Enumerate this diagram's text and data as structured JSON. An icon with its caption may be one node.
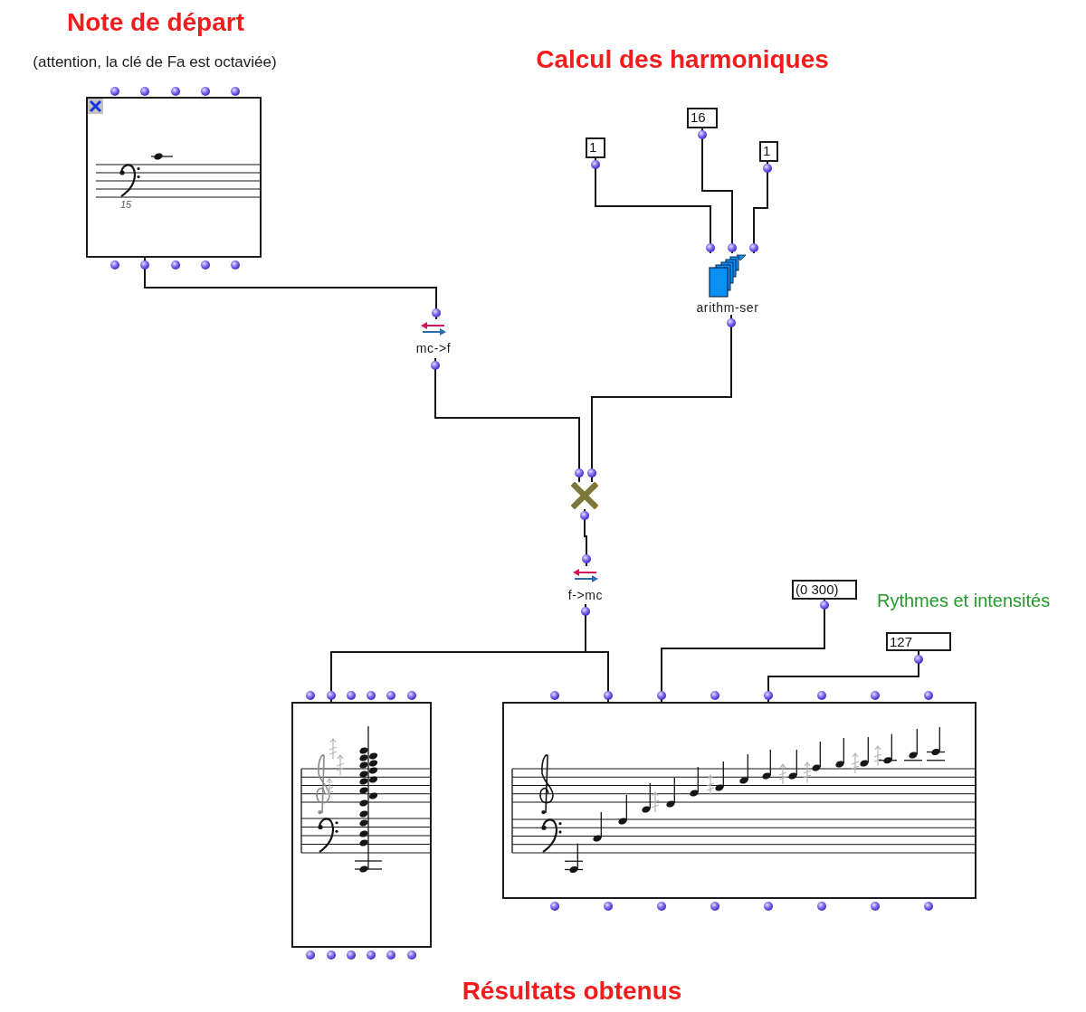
{
  "diagram": {
    "nodes": [
      {
        "text": [],
        "shape": "picture"
      },
      {
        "text": [
          "1"
        ]
      },
      {
        "text": [
          "16"
        ]
      },
      {
        "text": [
          "1"
        ]
      },
      {
        "text": [
          "arithm-ser"
        ]
      },
      {
        "text": [
          "mc->f"
        ]
      },
      {
        "text": [],
        "shape": "cross"
      },
      {
        "text": [
          "f->mc"
        ]
      },
      {
        "text": [
          "(0 300)"
        ]
      },
      {
        "text": [
          "127"
        ]
      },
      {
        "text": [],
        "shape": "picture"
      },
      {
        "text": [],
        "shape": "picture"
      }
    ],
    "edges": [
      {
        "from": 0,
        "to": 5,
        "arrow": "none"
      },
      {
        "from": 1,
        "to": 4,
        "arrow": "none"
      },
      {
        "from": 2,
        "to": 4,
        "arrow": "none"
      },
      {
        "from": 3,
        "to": 4,
        "arrow": "none"
      },
      {
        "from": 5,
        "to": 6,
        "arrow": "none"
      },
      {
        "from": 4,
        "to": 6,
        "arrow": "none"
      },
      {
        "from": 6,
        "to": 7,
        "arrow": "none"
      },
      {
        "from": 7,
        "to": 10,
        "arrow": "none"
      },
      {
        "from": 7,
        "to": 11,
        "arrow": "none"
      },
      {
        "from": 8,
        "to": 11,
        "arrow": "none"
      },
      {
        "from": 9,
        "to": 11,
        "arrow": "none"
      }
    ],
    "labels": [
      "Note de départ",
      "(attention, la clé de Fa est octaviée)",
      "15",
      "Calcul des harmoniques",
      "Rythmes et intensités",
      "Résultats obtenus"
    ]
  }
}
